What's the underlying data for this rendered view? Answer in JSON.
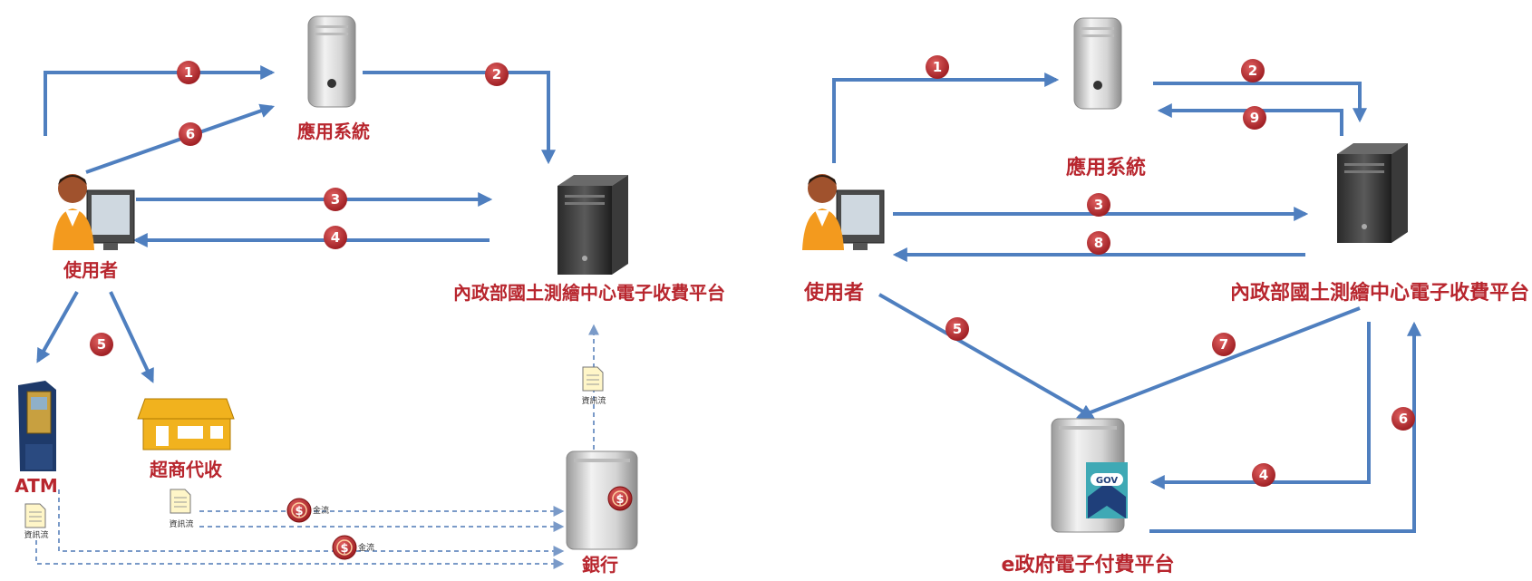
{
  "left": {
    "app_system": "應用系統",
    "user": "使用者",
    "platform": "內政部國土測繪中心電子收費平台",
    "atm": "ATM",
    "store": "超商代收",
    "bank": "銀行",
    "doc_flow": "資訊流",
    "money_flow": "金流",
    "steps": [
      "1",
      "2",
      "3",
      "4",
      "5",
      "6"
    ]
  },
  "right": {
    "app_system": "應用系統",
    "user": "使用者",
    "platform": "內政部國土測繪中心電子收費平台",
    "egov": "e政府電子付費平台",
    "gov_logo": "GOV",
    "steps": [
      "1",
      "2",
      "3",
      "4",
      "5",
      "6",
      "7",
      "8",
      "9"
    ]
  },
  "colors": {
    "arrow": "#4f7fbf",
    "badge": "#b8262e",
    "label": "#b8262e"
  },
  "icons": [
    "server-icon",
    "user-computer-icon",
    "atm-icon",
    "store-icon",
    "bank-server-icon",
    "document-icon",
    "money-icon",
    "gov-server-icon"
  ]
}
